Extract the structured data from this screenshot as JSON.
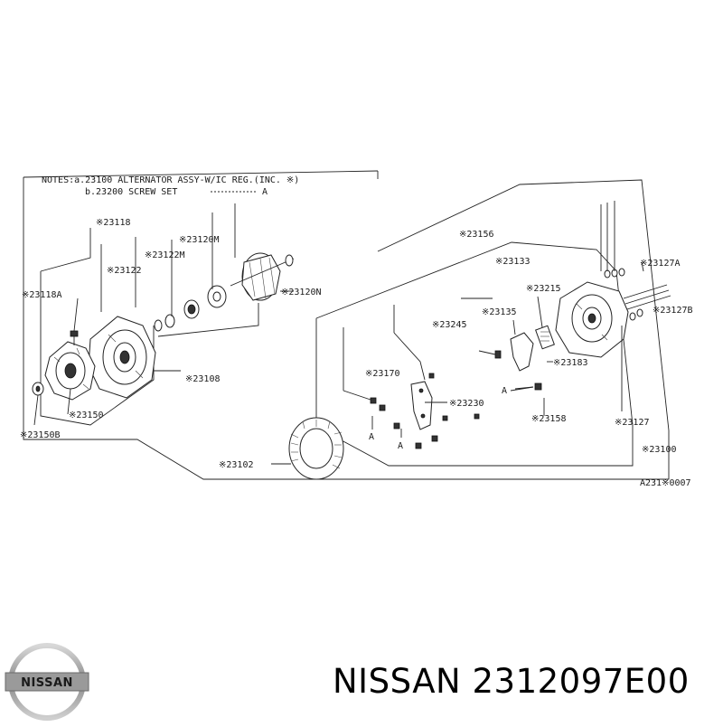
{
  "notes": {
    "line1": "NOTES:a.23100  ALTERNATOR ASSY-W/IC REG.(INC. ※)",
    "line2": "b.23200 SCREW SET",
    "line2_ref": "A"
  },
  "labels": {
    "p23118": "※23118",
    "p23118a": "※23118A",
    "p23122": "※23122",
    "p23122m": "※23122M",
    "p23120m": "※23120M",
    "p23120n": "※23120N",
    "p23108": "※23108",
    "p23150": "※23150",
    "p23150b": "※23150B",
    "p23102": "※23102",
    "p23156": "※23156",
    "p23133": "※23133",
    "p23215": "※23215",
    "p23135": "※23135",
    "p23245": "※23245",
    "p23170": "※23170",
    "p23230": "※23230",
    "p23183": "※23183",
    "p23158": "※23158",
    "p23127": "※23127",
    "p23127a": "※23127A",
    "p23127b": "※23127B",
    "p23100": "※23100",
    "ref_a1": "A",
    "ref_a2": "A",
    "ref_a3": "A",
    "figure_code": "A231※0007"
  },
  "footer": {
    "logo_text": "NISSAN",
    "part_number": "NISSAN 2312097E00"
  }
}
